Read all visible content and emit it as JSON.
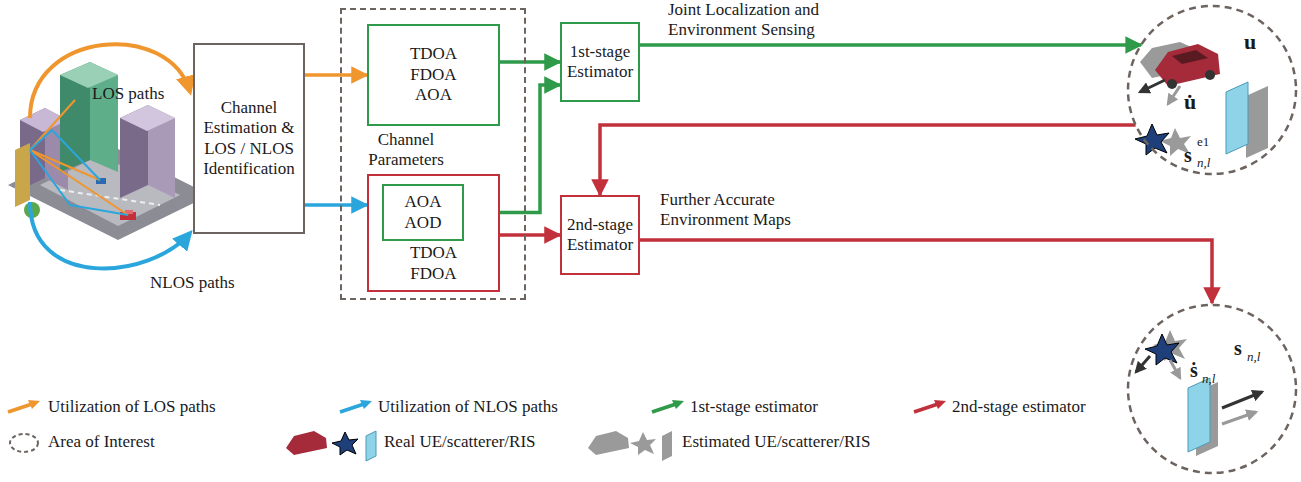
{
  "diagram": {
    "nodes": [
      {
        "text": [
          "Channel Estimation & LOS / NLOS Identification"
        ]
      },
      {
        "text": [
          "Channel Parameters"
        ]
      },
      {
        "text": [
          "TDOA",
          "FDOA",
          "AOA"
        ],
        "in": 1
      },
      {
        "text": [
          "TDOA",
          "FDOA"
        ],
        "in": 1
      },
      {
        "text": [
          "AOA",
          "AOD"
        ],
        "in": 3
      },
      {
        "text": [
          "1st-stage Estimator"
        ]
      },
      {
        "text": [
          "2nd-stage Estimator"
        ]
      },
      {
        "text": [
          "u",
          "u̇",
          "s",
          "e1",
          "n,l"
        ]
      },
      {
        "text": [
          "s",
          "n,l",
          "ṡ",
          "n,l"
        ]
      }
    ],
    "edges": [
      {
        "from": 0,
        "to": 2,
        "arrow": "to"
      },
      {
        "from": 0,
        "to": 3,
        "arrow": "to"
      },
      {
        "from": 2,
        "to": 5,
        "arrow": "to"
      },
      {
        "from": 4,
        "to": 5,
        "arrow": "to"
      },
      {
        "from": 5,
        "to": 7,
        "label": "Joint Localization and Environment Sensing",
        "arrow": "to"
      },
      {
        "from": 7,
        "to": 6,
        "arrow": "to"
      },
      {
        "from": 3,
        "to": 6,
        "arrow": "to"
      },
      {
        "from": 6,
        "to": 8,
        "label": "Further Accurate Environment Maps",
        "arrow": "to"
      }
    ],
    "labels": [
      "LOS paths",
      "NLOS paths"
    ],
    "legend": [
      {
        "text": "Utilization of LOS paths",
        "color": "#f0962e"
      },
      {
        "text": "Utilization of NLOS paths",
        "color": "#2aa6dd"
      },
      {
        "text": "1st-stage estimator",
        "color": "#2e9a4a"
      },
      {
        "text": "2nd-stage estimator",
        "color": "#c2303c"
      },
      {
        "text": "Area of Interest"
      },
      {
        "text": "Real UE/scatterer/RIS"
      },
      {
        "text": "Estimated UE/scatterer/RIS"
      }
    ]
  }
}
